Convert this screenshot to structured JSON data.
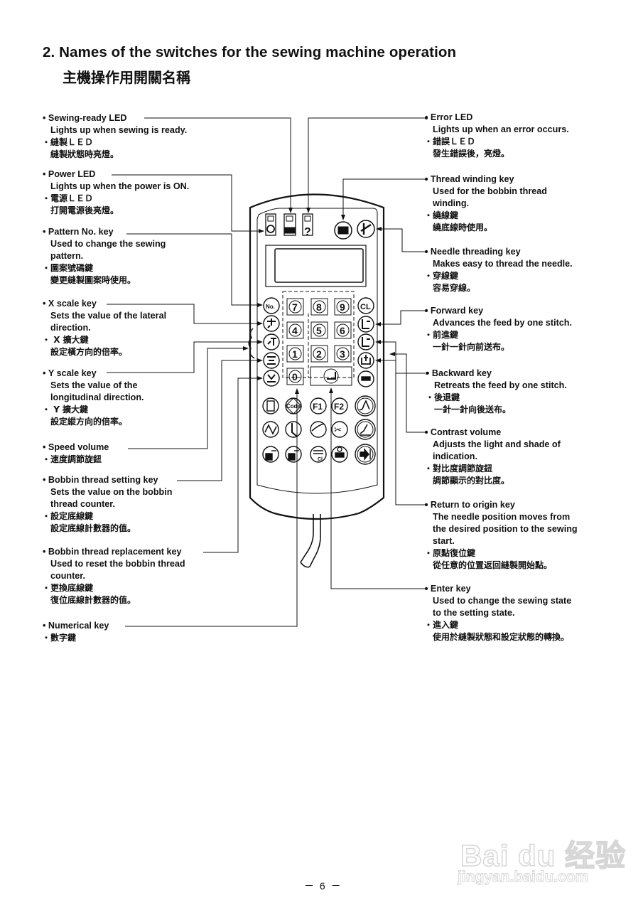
{
  "header": {
    "title_en": "2.  Names of the switches for the sewing machine operation",
    "title_zh": "主機操作用開關名稱"
  },
  "left_items": [
    {
      "name": "Sewing-ready LED",
      "desc": [
        "Lights up when sewing is ready."
      ],
      "zh_name": "縫製ＬＥＤ",
      "zh_desc": "縫製狀態時亮燈。"
    },
    {
      "name": "Power LED",
      "desc": [
        "Lights up when the power is ON."
      ],
      "zh_name": "電源ＬＥＤ",
      "zh_desc": "打開電源後亮燈。"
    },
    {
      "name": "Pattern No. key",
      "desc": [
        "Used to change the sewing",
        "pattern."
      ],
      "zh_name": "圖案號碼鍵",
      "zh_desc": "變更縫製圖案時使用。"
    },
    {
      "name": "X scale key",
      "desc": [
        "Sets the value of the lateral",
        "direction."
      ],
      "zh_name": " X 擴大鍵",
      "zh_desc": "設定橫方向的倍率。"
    },
    {
      "name": "Y scale key",
      "desc": [
        "Sets the value of the",
        "longitudinal direction."
      ],
      "zh_name": " Y 擴大鍵",
      "zh_desc": "設定縱方向的倍率。"
    },
    {
      "name": "Speed volume",
      "desc": [],
      "zh_name": "速度調節旋鈕",
      "zh_desc": ""
    },
    {
      "name": "Bobbin thread setting key",
      "desc": [
        "Sets the value on the bobbin",
        "thread counter."
      ],
      "zh_name": "設定底線鍵",
      "zh_desc": "設定底線計數器的值。"
    },
    {
      "name": "Bobbin thread replacement key",
      "desc": [
        "Used to reset the bobbin thread",
        "counter."
      ],
      "zh_name": "更換底線鍵",
      "zh_desc": "復位底線計數器的值。"
    },
    {
      "name": "Numerical key",
      "desc": [],
      "zh_name": "數字鍵",
      "zh_desc": ""
    }
  ],
  "right_items": [
    {
      "name": "Error LED",
      "desc": [
        "Lights up when an error occurs."
      ],
      "zh_name": "錯誤ＬＥＤ",
      "zh_desc": "發生錯誤後，亮燈。"
    },
    {
      "name": "Thread winding key",
      "desc": [
        "Used for the bobbin thread",
        "winding."
      ],
      "zh_name": "繞線鍵",
      "zh_desc": "繞底線時使用。"
    },
    {
      "name": "Needle threading key",
      "desc": [
        "Makes easy to thread the needle."
      ],
      "zh_name": "穿線鍵",
      "zh_desc": "容易穿線。"
    },
    {
      "name": "Forward key",
      "desc": [
        "Advances the feed by one stitch."
      ],
      "zh_name": "前進鍵",
      "zh_desc": "一針一針向前送布。"
    },
    {
      "name": "Backward key",
      "desc": [
        "Retreats the feed by one stitch."
      ],
      "zh_name": "後退鍵",
      "zh_desc": "一針一針向後送布。"
    },
    {
      "name": "Contrast volume",
      "desc": [
        "Adjusts the light and shade of",
        "indication."
      ],
      "zh_name": "對比度調節旋鈕",
      "zh_desc": "調節顯示的對比度。"
    },
    {
      "name": "Return to origin key",
      "desc": [
        "The needle position moves from",
        "the desired position to the sewing",
        "start."
      ],
      "zh_name": "原點復位鍵",
      "zh_desc": "從任意的位置返回縫製開始點。"
    },
    {
      "name": "Enter key",
      "desc": [
        "Used to change the sewing state",
        "to the setting state."
      ],
      "zh_name": "進入鍵",
      "zh_desc": "使用於縫製狀態和設定狀態的轉換。"
    }
  ],
  "panel": {
    "led_icons": [
      "power-icon",
      "sewing-machine-icon",
      "question-icon"
    ],
    "top_keys": [
      "thread-winding-icon",
      "needle-threading-icon"
    ],
    "side_left_keys": [
      "pattern-no-icon",
      "x-scale-icon",
      "y-scale-icon",
      "bobbin-setting-icon",
      "bobbin-replace-icon"
    ],
    "numpad": [
      "7",
      "8",
      "9",
      "4",
      "5",
      "6",
      "1",
      "2",
      "3",
      "0"
    ],
    "side_right_keys": [
      "CL",
      "forward-icon",
      "backward-icon",
      "return-origin-icon",
      "presser-icon"
    ],
    "row1": [
      "calculator-icon",
      "Code",
      "F1",
      "F2",
      "stitch-icon"
    ],
    "row2": [
      "wave-icon",
      "needle-icon",
      "tension-icon",
      "scissors-icon",
      "needle-stitch-icon"
    ],
    "row3": [
      "bobbin-box-icon",
      "bobbin-box-edit-icon",
      "counter-cl-icon",
      "operator-icon",
      "next-icon"
    ],
    "labels": {
      "cl": "CL",
      "code": "Code",
      "f1": "F1",
      "f2": "F2"
    }
  },
  "footer": {
    "page_number": "－ 6 －"
  },
  "watermark": {
    "brand": "Bai du 经验",
    "url": "jingyan.baidu.com"
  }
}
